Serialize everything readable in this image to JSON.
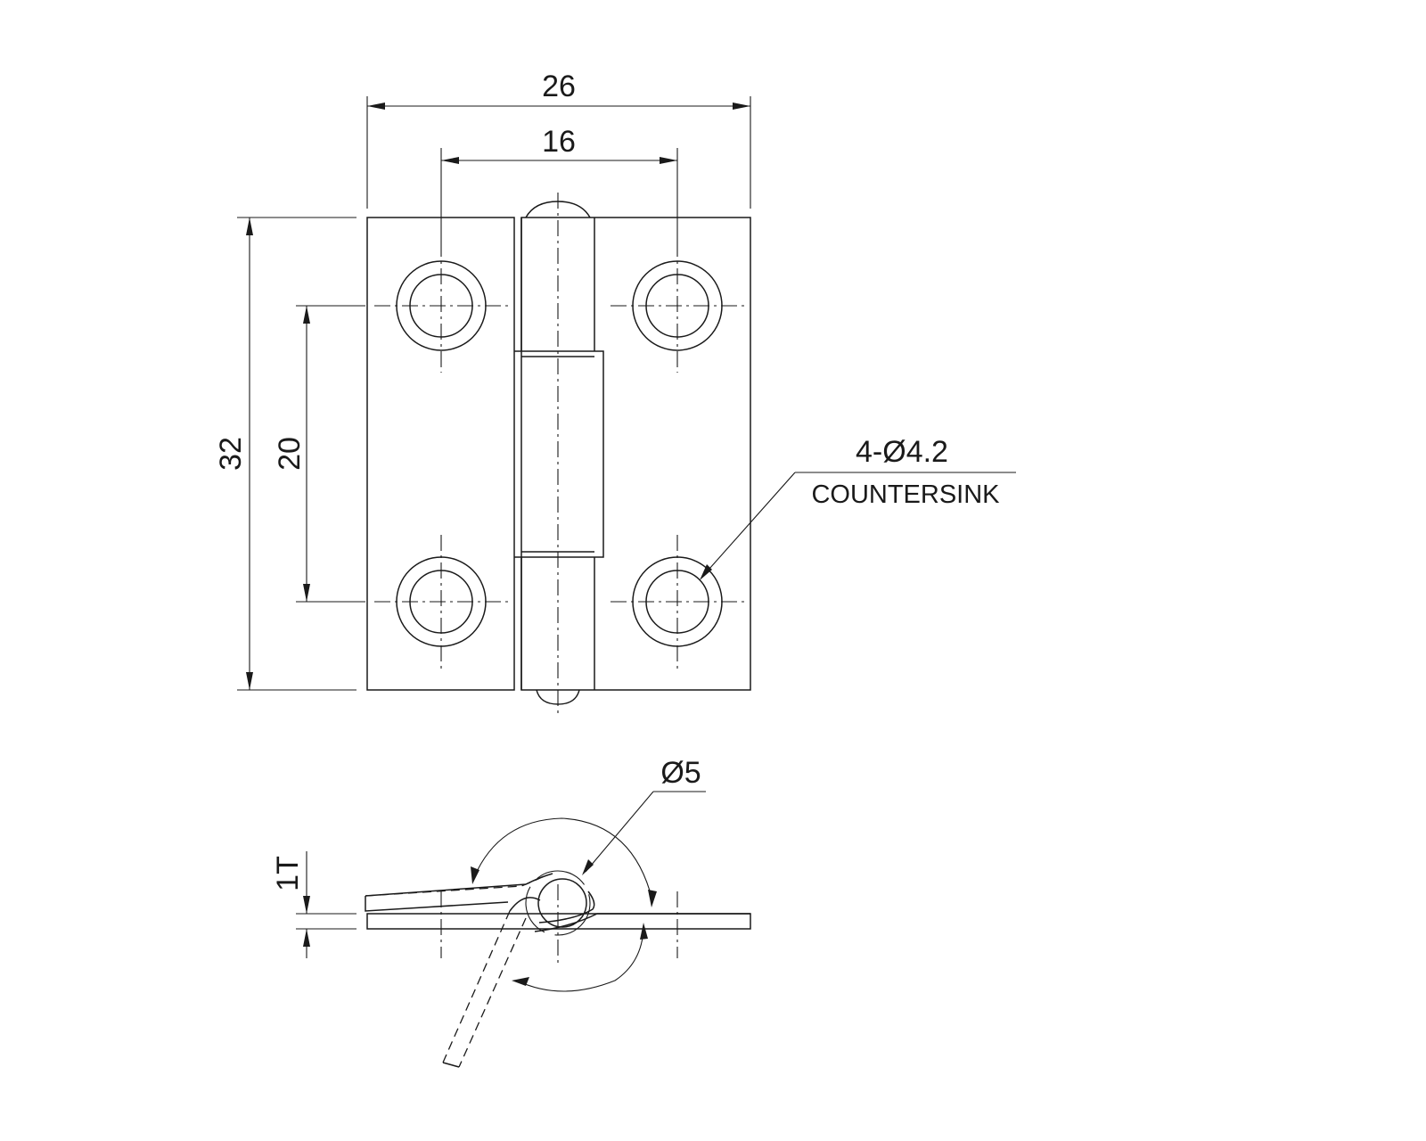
{
  "dimensions": {
    "overall_width": "26",
    "hole_spacing_horizontal": "16",
    "overall_height": "32",
    "hole_spacing_vertical": "20",
    "thickness": "1T",
    "pin_diameter": "Ø5"
  },
  "notes": {
    "hole_callout": "4-Ø4.2",
    "hole_type": "COUNTERSINK"
  }
}
